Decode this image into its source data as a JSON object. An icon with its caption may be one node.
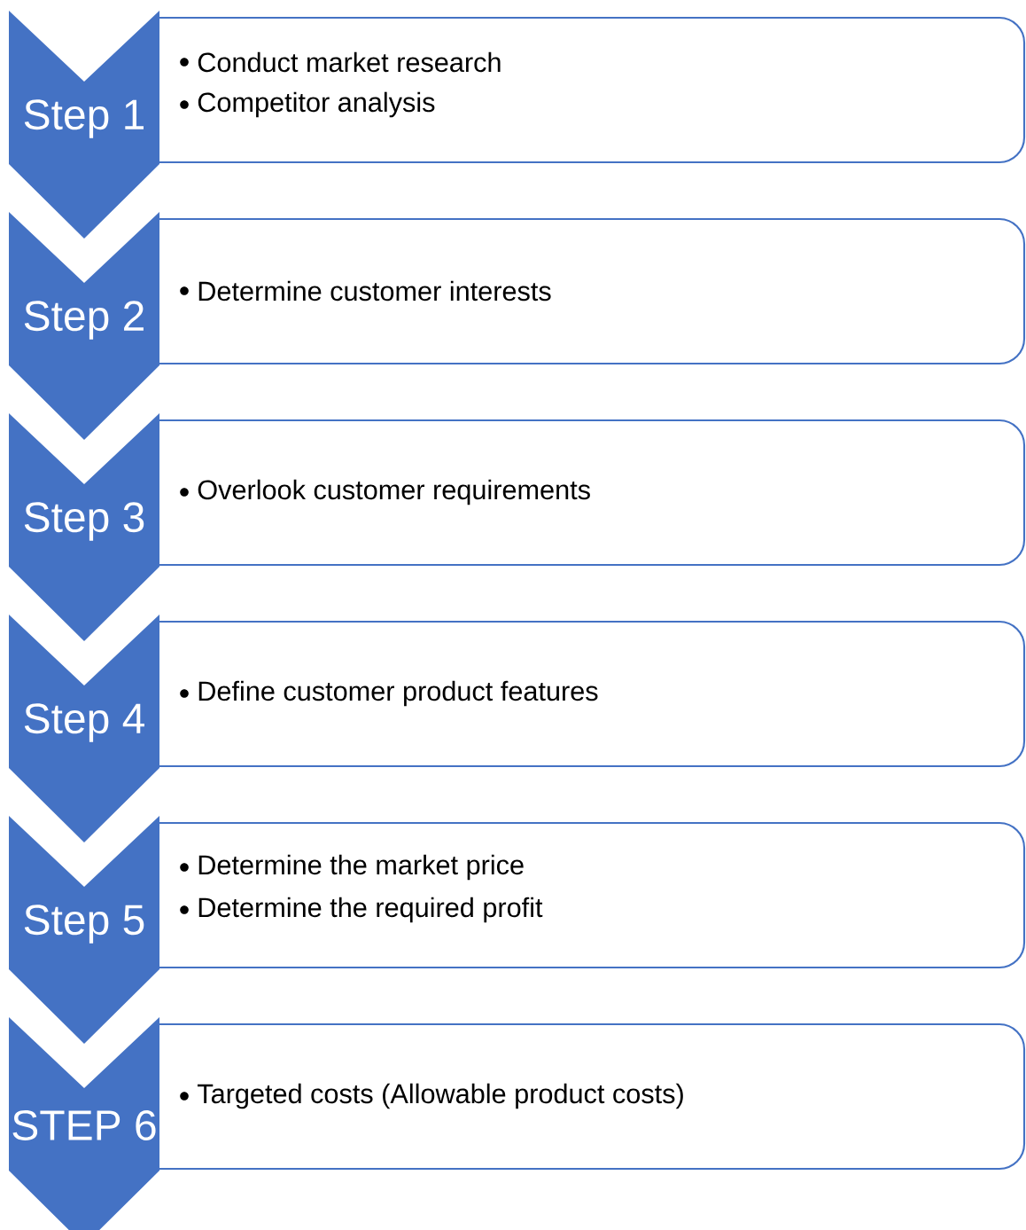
{
  "diagram": {
    "nodes": [
      {
        "text": [
          "Step 1"
        ]
      },
      {
        "text": [
          "Conduct market research",
          "Competitor analysis"
        ]
      },
      {
        "text": [
          "Step 2"
        ]
      },
      {
        "text": [
          "Determine customer interests"
        ]
      },
      {
        "text": [
          "Step 3"
        ]
      },
      {
        "text": [
          "Overlook customer requirements"
        ]
      },
      {
        "text": [
          "Step 4"
        ]
      },
      {
        "text": [
          "Define customer product features"
        ]
      },
      {
        "text": [
          "Step 5"
        ]
      },
      {
        "text": [
          "Determine the market price",
          "Determine the required profit"
        ]
      },
      {
        "text": [
          "STEP 6"
        ]
      },
      {
        "text": [
          "Targeted costs (Allowable product costs)"
        ]
      }
    ]
  }
}
